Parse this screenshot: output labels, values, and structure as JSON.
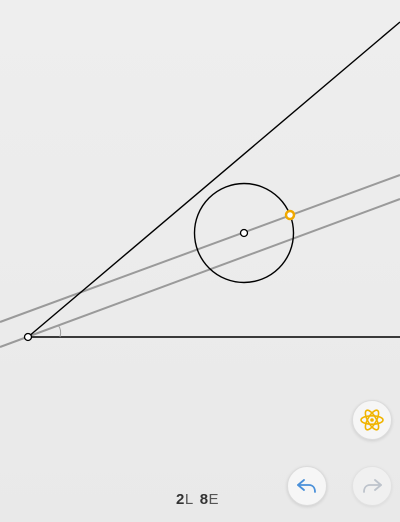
{
  "score": {
    "lines_count": "2",
    "lines_unit": "L",
    "euclid_count": "8",
    "euclid_unit": "E"
  },
  "colors": {
    "black_line": "#000000",
    "gray_line": "#9a9a9a",
    "point_highlight": "#f0a800",
    "hint_icon": "#f0b400",
    "undo_icon": "#4a90d9",
    "redo_icon": "#9aa5b4"
  },
  "icons": {
    "hint": "atom-icon",
    "undo": "undo-arrow-icon",
    "redo": "redo-arrow-icon"
  }
}
